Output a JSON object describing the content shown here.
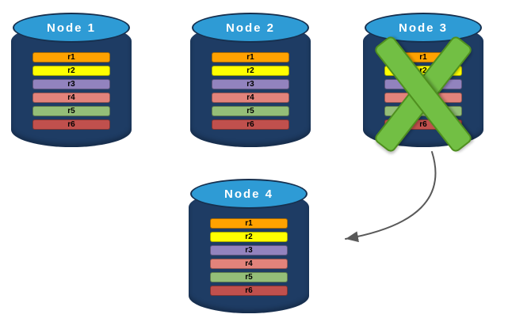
{
  "nodes": [
    {
      "id": "node-1",
      "label": "Node 1",
      "failed": false,
      "rows": [
        "r1",
        "r2",
        "r3",
        "r4",
        "r5",
        "r6"
      ]
    },
    {
      "id": "node-2",
      "label": "Node 2",
      "failed": false,
      "rows": [
        "r1",
        "r2",
        "r3",
        "r4",
        "r5",
        "r6"
      ]
    },
    {
      "id": "node-3",
      "label": "Node 3",
      "failed": true,
      "rows": [
        "r1",
        "r2",
        "r3",
        "r4",
        "r5",
        "r6"
      ]
    },
    {
      "id": "node-4",
      "label": "Node 4",
      "failed": false,
      "rows": [
        "r1",
        "r2",
        "r3",
        "r4",
        "r5",
        "r6"
      ]
    }
  ],
  "row_colors": {
    "r1": "#FFA200",
    "r2": "#FFFF00",
    "r3": "#9283BE",
    "r4": "#E2837B",
    "r5": "#94BE78",
    "r6": "#C0504D"
  },
  "colors": {
    "cylinder_body": "#1E3C64",
    "cylinder_top": "#2E9BD5",
    "failure_x": "#72BF44",
    "failure_x_border": "#4F8F1F",
    "arrow": "#595959"
  }
}
